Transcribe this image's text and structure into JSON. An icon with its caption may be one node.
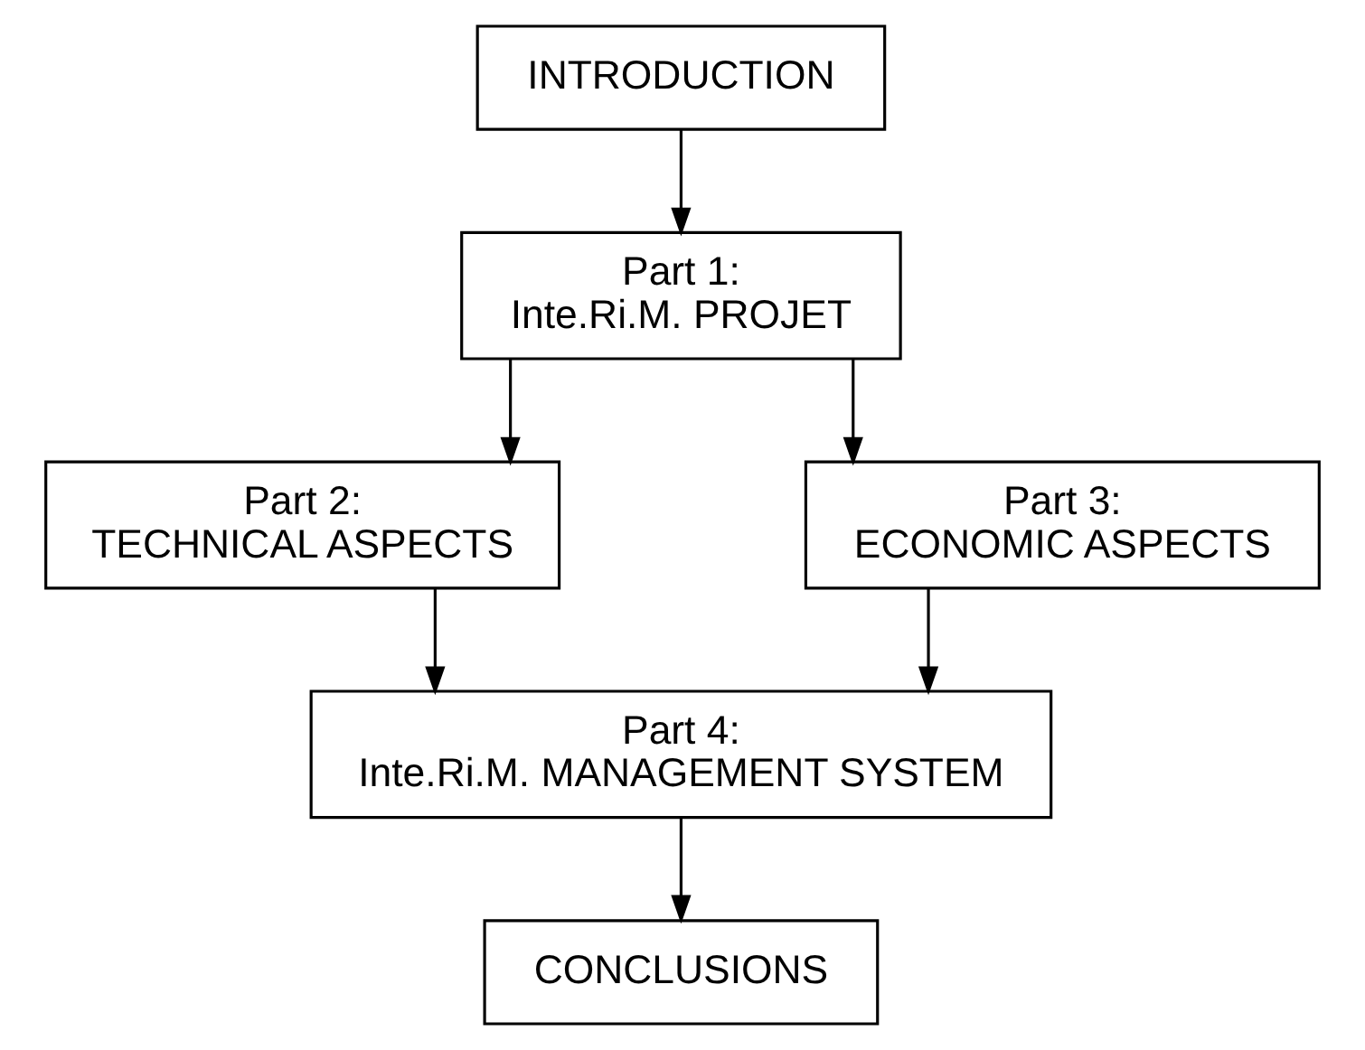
{
  "diagram": {
    "nodes": [
      {
        "text": [
          "INTRODUCTION"
        ]
      },
      {
        "text": [
          "Part 1:",
          "Inte.Ri.M. PROJET"
        ]
      },
      {
        "text": [
          "Part 2:",
          "TECHNICAL ASPECTS"
        ]
      },
      {
        "text": [
          "Part 3:",
          "ECONOMIC ASPECTS"
        ]
      },
      {
        "text": [
          "Part 4:",
          "Inte.Ri.M. MANAGEMENT SYSTEM"
        ]
      },
      {
        "text": [
          "CONCLUSIONS"
        ]
      }
    ],
    "edges": [
      {
        "from": 0,
        "to": 1,
        "arrow": "to"
      },
      {
        "from": 1,
        "to": 2,
        "arrow": "to"
      },
      {
        "from": 1,
        "to": 3,
        "arrow": "to"
      },
      {
        "from": 2,
        "to": 4,
        "arrow": "to"
      },
      {
        "from": 3,
        "to": 4,
        "arrow": "to"
      },
      {
        "from": 4,
        "to": 5,
        "arrow": "to"
      }
    ]
  }
}
